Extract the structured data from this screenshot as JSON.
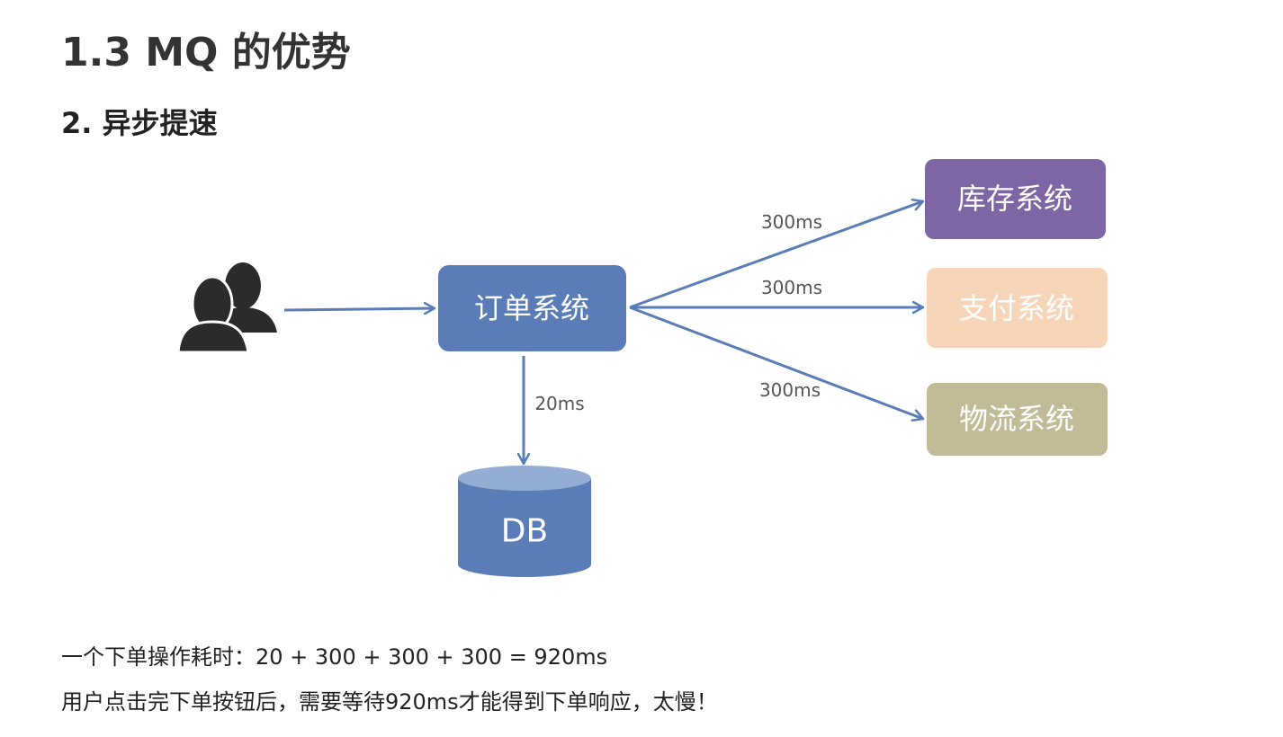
{
  "heading": "1.3 MQ 的优势",
  "subheading": "2. 异步提速",
  "colors": {
    "primary": "#5a7db8",
    "arrow": "#5a7db8",
    "inventory": "#7e65a3",
    "payment": "#f6d5b8",
    "logistics": "#c2bb97",
    "db_top": "#94add4",
    "user_icon": "#2b2b2b"
  },
  "nodes": {
    "user": {
      "icon": "users-icon"
    },
    "order": {
      "label": "订单系统"
    },
    "inventory": {
      "label": "库存系统"
    },
    "payment": {
      "label": "支付系统"
    },
    "logistics": {
      "label": "物流系统"
    },
    "db": {
      "label": "DB"
    }
  },
  "edges": {
    "to_inventory": "300ms",
    "to_payment": "300ms",
    "to_logistics": "300ms",
    "to_db": "20ms"
  },
  "notes": {
    "line1": "一个下单操作耗时：20 + 300 + 300 + 300 = 920ms",
    "line2": "用户点击完下单按钮后，需要等待920ms才能得到下单响应，太慢！"
  }
}
